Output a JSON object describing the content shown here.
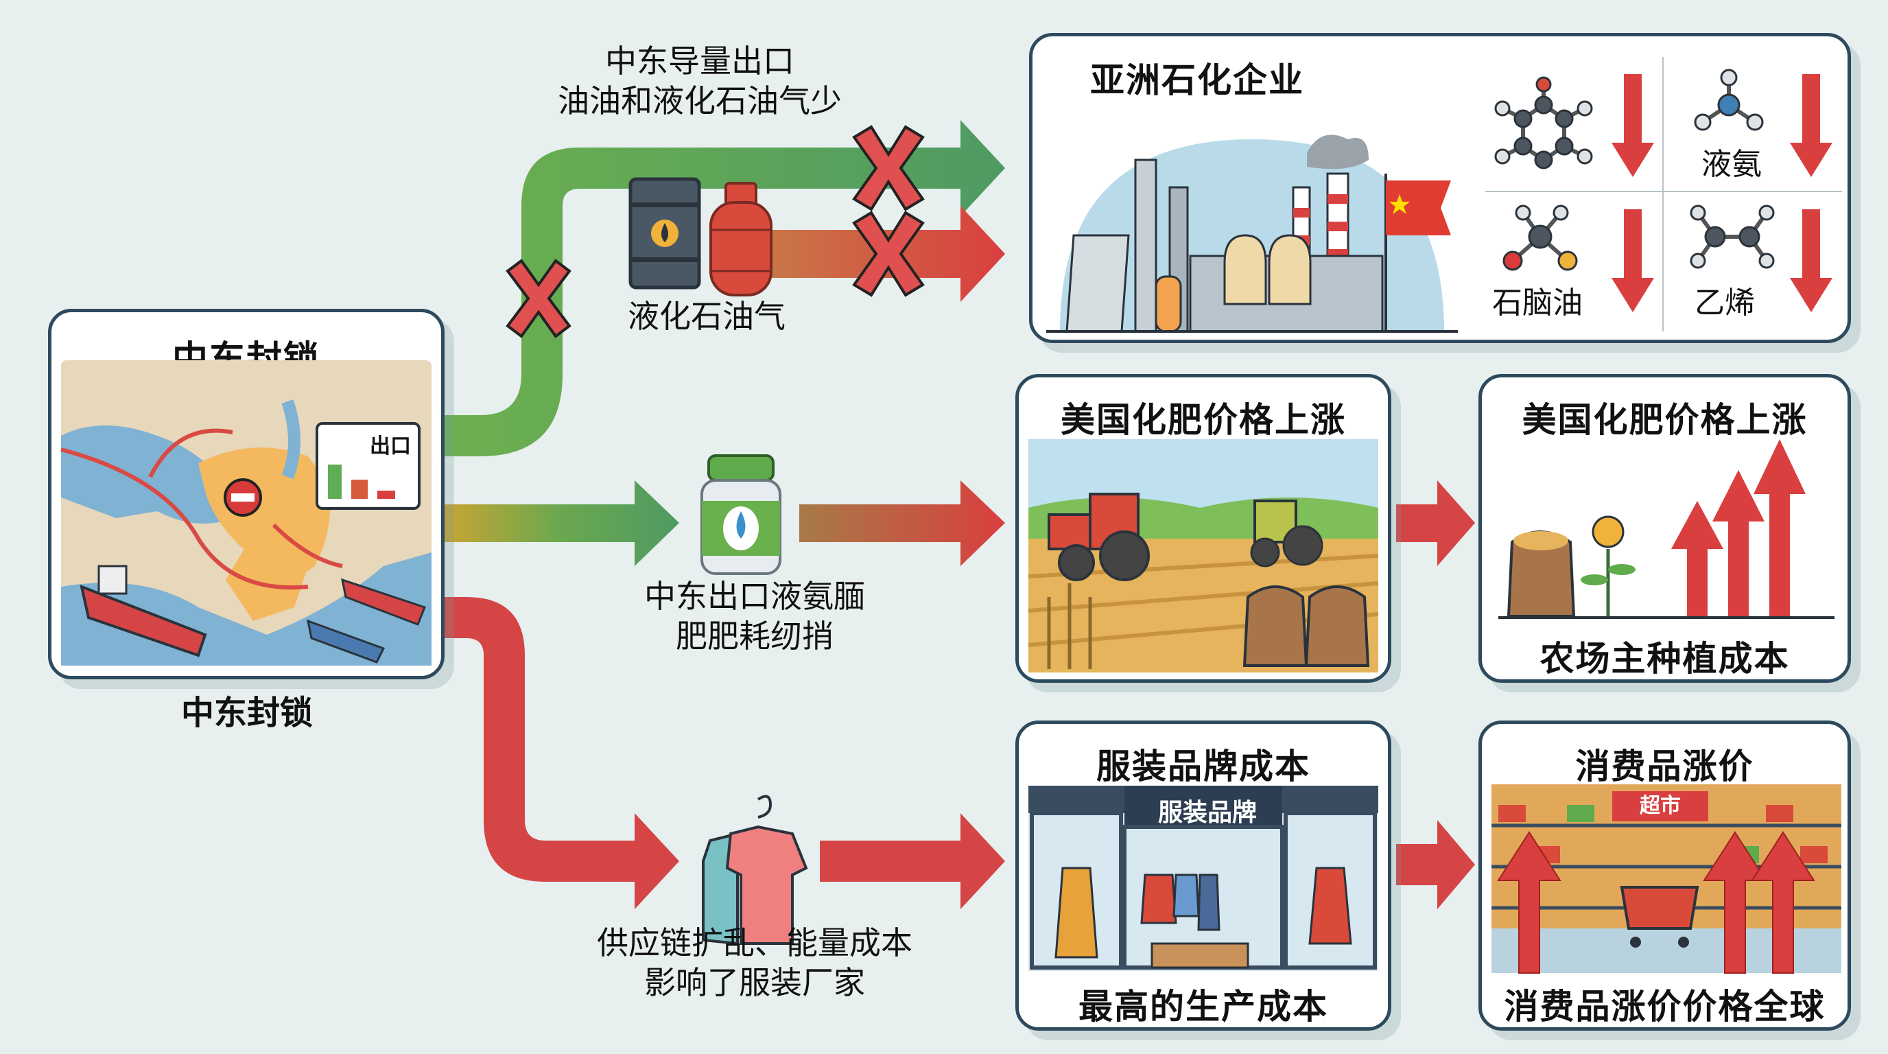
{
  "title": "中东封锁",
  "source": {
    "panel_title": "中东封锁",
    "caption": "中东封锁",
    "chart_badge_label": "出口",
    "icons": [
      "middle-east-map",
      "tanker-ship",
      "no-entry-sign",
      "oil-bag",
      "export-decline-chart"
    ]
  },
  "flows": {
    "oil_lpg": {
      "label_line1": "中东导量出口",
      "label_line2": "油油和液化石油气少",
      "item_label": "液化石油气",
      "color_start": "#6aa84f",
      "color_end": "#d64545",
      "blocked": true
    },
    "fertilizer": {
      "label_line1": "中东出口液氨腼",
      "label_line2": "肥肥耗纫捎",
      "color_start": "#c9a030",
      "color_end": "#d64545"
    },
    "apparel": {
      "label_line1": "供应链扩乱、能量成本",
      "label_line2": "影响了服装厂家",
      "color": "#d64545"
    }
  },
  "petrochem": {
    "title": "亚洲石化企业",
    "products": [
      {
        "name": "",
        "icon": "phenol-molecule",
        "trend": "down"
      },
      {
        "name": "液氨",
        "icon": "ammonia-molecule",
        "trend": "down"
      },
      {
        "name": "石脑油",
        "icon": "naphtha-molecule",
        "trend": "down"
      },
      {
        "name": "乙烯",
        "icon": "ethylene-molecule",
        "trend": "down"
      }
    ]
  },
  "fertilizer_panel": {
    "title": "美国化肥价格上涨"
  },
  "farm_cost_panel": {
    "title": "美国化肥价格上涨",
    "caption": "农场主种植成本",
    "trend": "up"
  },
  "apparel_panel": {
    "title": "服装品牌成本",
    "store_sign": "服装品牌",
    "caption": "最高的生产成本"
  },
  "consumer_panel": {
    "title": "消费品涨价",
    "store_sign": "超市",
    "caption": "消费品涨价价格全球",
    "trend": "up"
  },
  "colors": {
    "background": "#e8efef",
    "panel_border": "#2d4a5e",
    "green": "#6aa84f",
    "red": "#d64545",
    "dark_text": "#111111"
  }
}
